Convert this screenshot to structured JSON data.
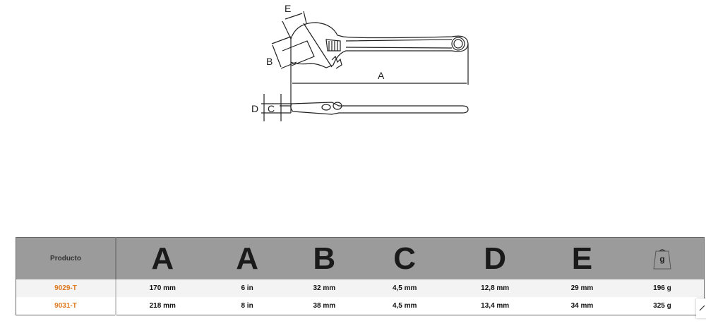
{
  "drawing": {
    "labels": {
      "a": "A",
      "b": "B",
      "c": "C",
      "d": "D",
      "e": "E"
    }
  },
  "table": {
    "headers": [
      "Producto",
      "A",
      "A",
      "B",
      "C",
      "D",
      "E"
    ],
    "weight_icon_label": "g",
    "rows": [
      {
        "code": "9029-T",
        "values": [
          "170 mm",
          "6 in",
          "32 mm",
          "4,5 mm",
          "12,8 mm",
          "29 mm",
          "196 g"
        ]
      },
      {
        "code": "9031-T",
        "values": [
          "218 mm",
          "8 in",
          "38 mm",
          "4,5 mm",
          "13,4 mm",
          "34 mm",
          "325 g"
        ]
      }
    ]
  },
  "colors": {
    "product_code": "#e07a1f",
    "header_bg": "#9b9b9b"
  }
}
